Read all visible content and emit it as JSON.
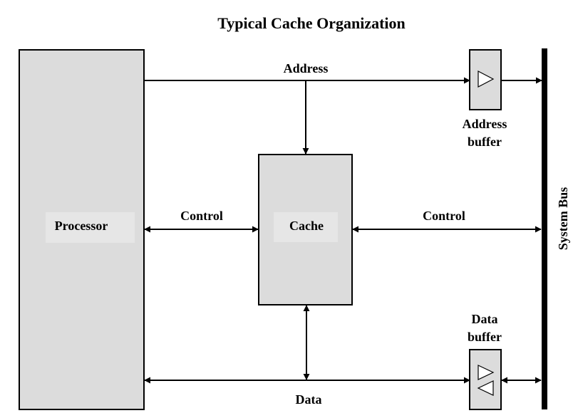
{
  "title": "Typical Cache Organization",
  "components": {
    "processor": "Processor",
    "cache": "Cache",
    "system_bus": "System Bus",
    "address_buffer": [
      "Address",
      "buffer"
    ],
    "data_buffer": [
      "Data",
      "buffer"
    ]
  },
  "signals": {
    "address": "Address",
    "control_left": "Control",
    "control_right": "Control",
    "data": "Data"
  },
  "colors": {
    "box_fill": "#dcdcdc",
    "label_fill": "#e6e6e6",
    "line": "#000000"
  }
}
